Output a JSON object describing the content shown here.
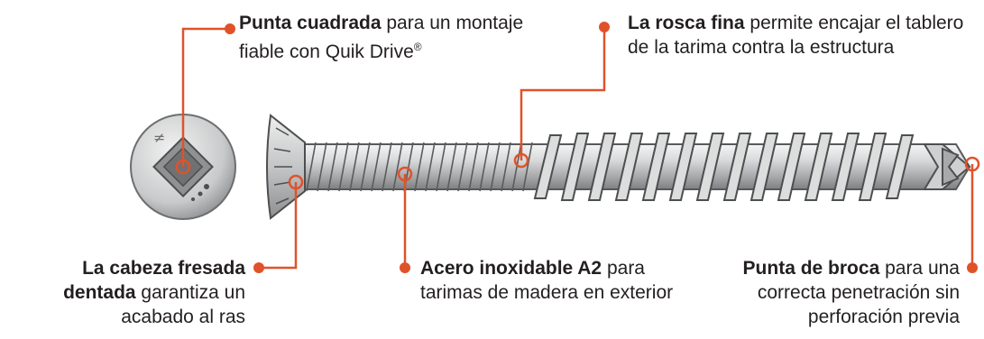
{
  "callouts": {
    "square_tip": {
      "bold": "Punta cuadrada",
      "rest": " para un montaje fiable con Quik Drive",
      "mark": "®"
    },
    "fine_thread": {
      "bold": "La rosca fina",
      "rest": " permite encajar el tablero de la tarima contra la estructura"
    },
    "countersunk_head": {
      "bold": "La cabeza fresada dentada",
      "rest": " garantiza un acabado al ras"
    },
    "stainless": {
      "bold": "Acero inoxidable A2",
      "rest": " para tarimas de madera en exterior"
    },
    "drill_tip": {
      "bold": "Punta de broca",
      "rest": " para una correcta penetración sin perforación previa"
    }
  },
  "colors": {
    "accent": "#e0522a",
    "steel_light": "#e6e7e8",
    "steel_mid": "#b4b6b8",
    "steel_dark": "#6d6e71",
    "text": "#231f20"
  }
}
